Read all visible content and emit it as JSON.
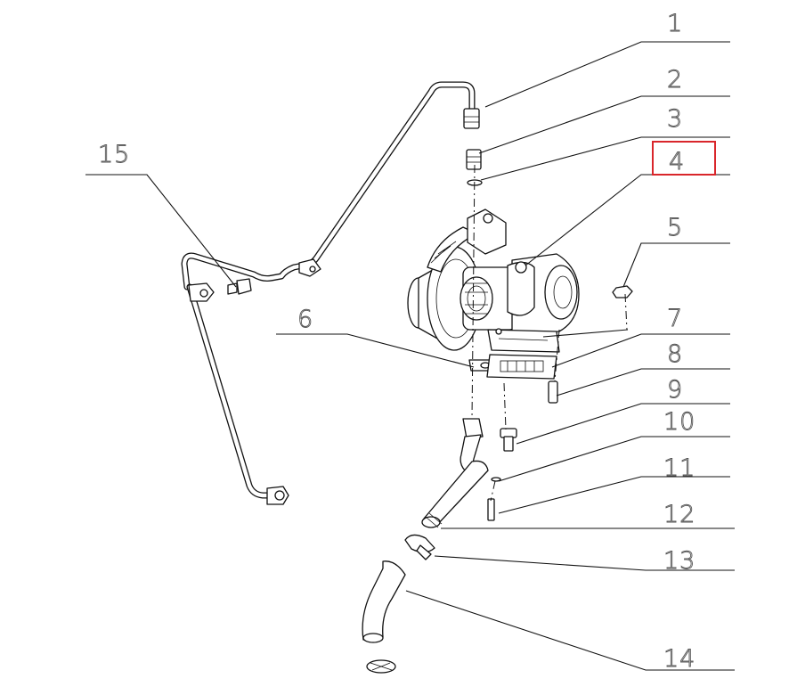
{
  "callouts": [
    {
      "number": "1"
    },
    {
      "number": "2"
    },
    {
      "number": "3"
    },
    {
      "number": "4"
    },
    {
      "number": "5"
    },
    {
      "number": "6"
    },
    {
      "number": "7"
    },
    {
      "number": "8"
    },
    {
      "number": "9"
    },
    {
      "number": "10"
    },
    {
      "number": "11"
    },
    {
      "number": "12"
    },
    {
      "number": "13"
    },
    {
      "number": "14"
    },
    {
      "number": "15"
    }
  ],
  "highlighted_callout": "4",
  "colors": {
    "highlight": "#d9262b",
    "lines": "#111111"
  }
}
